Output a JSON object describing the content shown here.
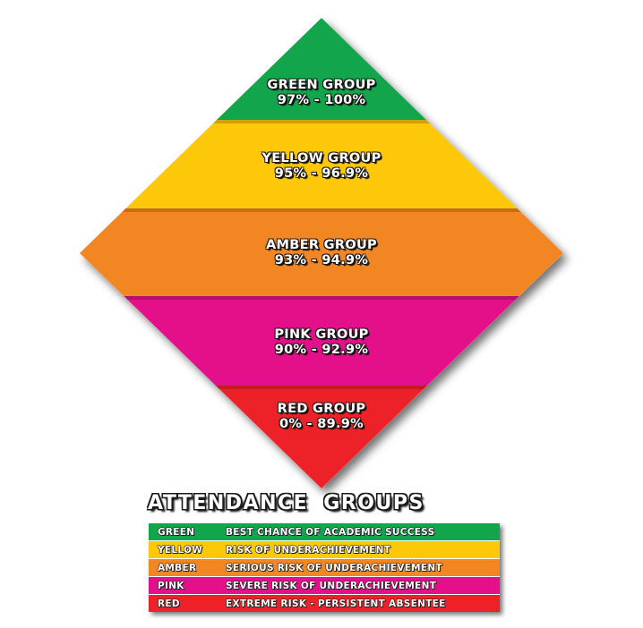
{
  "bands": [
    {
      "name": "GREEN GROUP",
      "range": "97% - 100%",
      "color": "#12a54b"
    },
    {
      "name": "YELLOW GROUP",
      "range": "95% - 96.9%",
      "color": "#fdc70a"
    },
    {
      "name": "AMBER GROUP",
      "range": "93% - 94.9%",
      "color": "#f28622"
    },
    {
      "name": "PINK GROUP",
      "range": "90% - 92.9%",
      "color": "#e3108a"
    },
    {
      "name": "RED GROUP",
      "range": "0% - 89.9%",
      "color": "#ed2228"
    }
  ],
  "legend": {
    "title": "ATTENDANCE GROUPS",
    "rows": [
      {
        "key": "GREEN",
        "desc": "BEST CHANCE OF ACADEMIC SUCCESS",
        "color": "#12a54b"
      },
      {
        "key": "YELLOW",
        "desc": "RISK OF UNDERACHIEVEMENT",
        "color": "#fdc70a"
      },
      {
        "key": "AMBER",
        "desc": "SERIOUS RISK OF UNDERACHIEVEMENT",
        "color": "#f28622"
      },
      {
        "key": "PINK",
        "desc": "SEVERE RISK OF UNDERACHIEVEMENT",
        "color": "#e3108a"
      },
      {
        "key": "RED",
        "desc": "EXTREME RISK - PERSISTENT ABSENTEE",
        "color": "#ed2228"
      }
    ]
  }
}
